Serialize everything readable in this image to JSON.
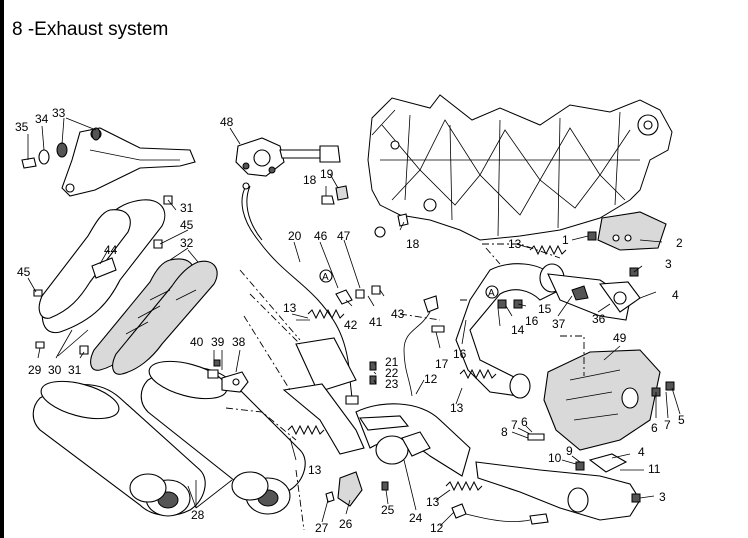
{
  "title": "8 -Exhaust system",
  "colors": {
    "line": "#000000",
    "background": "#ffffff",
    "shading": "#d9d9d9"
  },
  "callouts": {
    "c35": "35",
    "c34": "34",
    "c33": "33",
    "c48": "48",
    "c19": "19",
    "c18a": "18",
    "c18b": "18",
    "c31a": "31",
    "c45a": "45",
    "c32": "32",
    "c44": "44",
    "c45b": "45",
    "c29": "29",
    "c30": "30",
    "c31b": "31",
    "c20": "20",
    "c46": "46",
    "c47": "47",
    "cA1": "A",
    "c42": "42",
    "c41": "41",
    "c43": "43",
    "c13a": "13",
    "c13b": "13",
    "c13c": "13",
    "c13d": "13",
    "c13e": "13",
    "c1": "1",
    "c2": "2",
    "c3a": "3",
    "c4a": "4",
    "cA2": "A",
    "c15": "15",
    "c16a": "16",
    "c14": "14",
    "c37": "37",
    "c36": "36",
    "c17": "17",
    "c16b": "16",
    "c49": "49",
    "c40": "40",
    "c39": "39",
    "c38": "38",
    "c21": "21",
    "c22": "22",
    "c23": "23",
    "c12a": "12",
    "c8": "8",
    "c7a": "7",
    "c6a": "6",
    "c6b": "6",
    "c7b": "7",
    "c5": "5",
    "c10": "10",
    "c9": "9",
    "c4b": "4",
    "c11": "11",
    "c3b": "3",
    "c28": "28",
    "c27": "27",
    "c26": "26",
    "c25": "25",
    "c24": "24",
    "c12b": "12"
  }
}
